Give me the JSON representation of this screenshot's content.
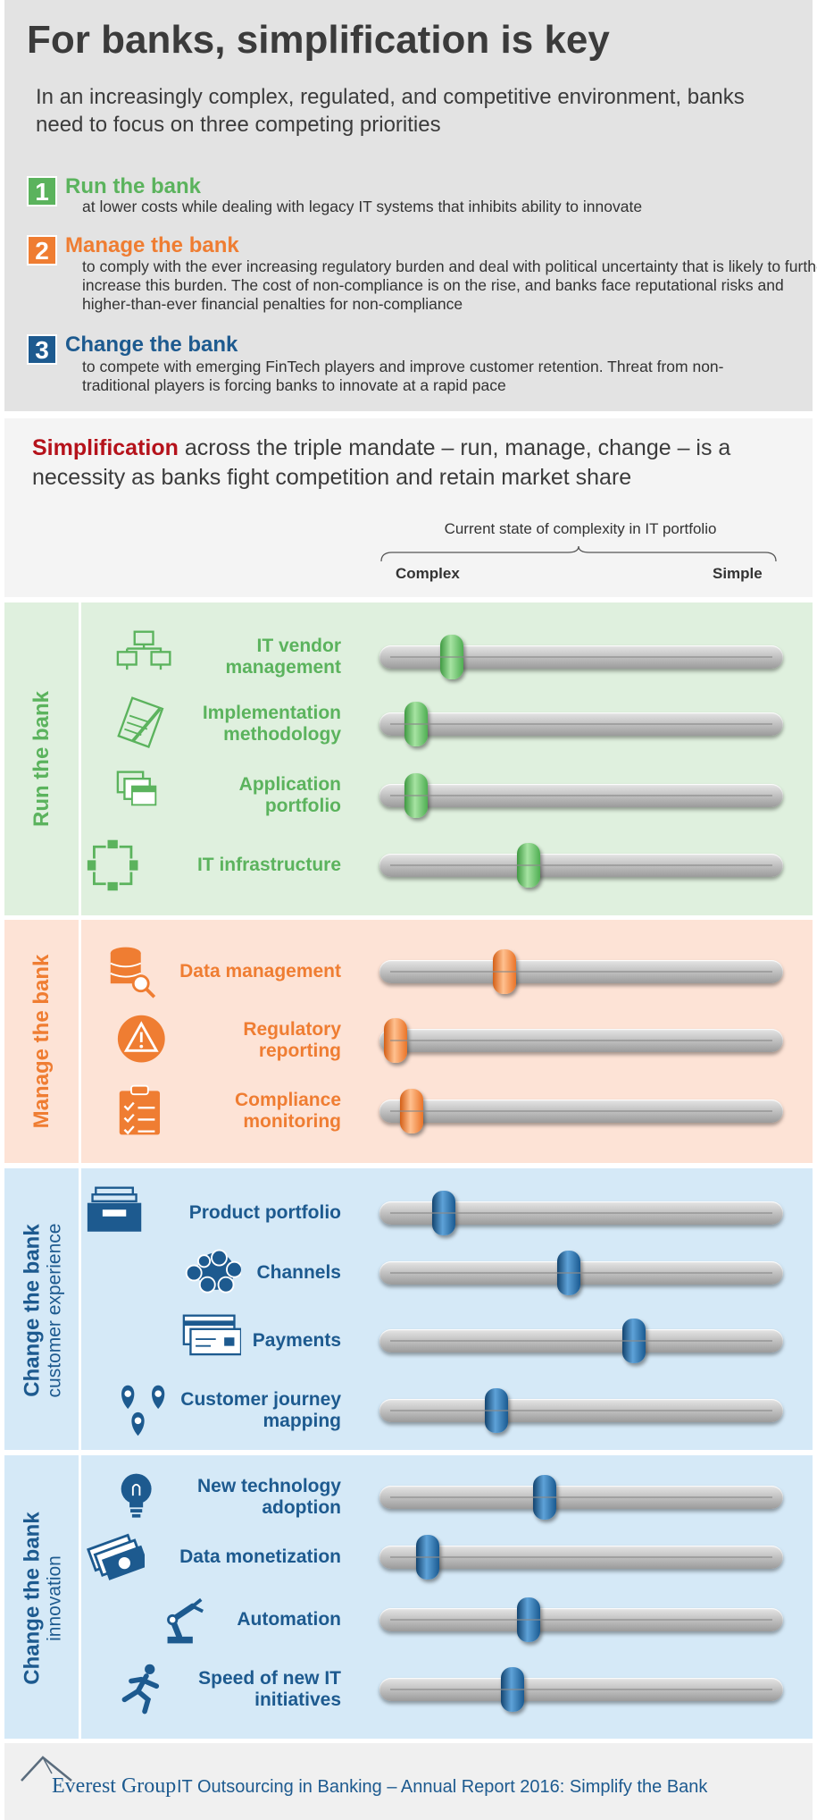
{
  "title": "For banks, simplification is key",
  "intro": "In an increasingly complex, regulated, and competitive environment, banks need to focus on three competing priorities",
  "priorities": [
    {
      "num": "1",
      "title": "Run the bank",
      "color": "#5bb35d",
      "desc": "at lower costs while dealing with legacy IT systems that inhibits ability to innovate"
    },
    {
      "num": "2",
      "title": "Manage the bank",
      "color": "#ef7d32",
      "desc": "to comply with the ever increasing regulatory burden and deal with political uncertainty that is likely to further increase this burden. The cost of non-compliance is on the rise, and banks face reputational risks and higher-than-ever financial penalties for non-compliance"
    },
    {
      "num": "3",
      "title": "Change the bank",
      "color": "#1d5a8f",
      "desc": "to compete with emerging FinTech players and improve customer retention. Threat from non-traditional players is forcing banks to innovate at a rapid pace"
    }
  ],
  "simplification": {
    "keyword": "Simplification",
    "rest": " across the triple mandate – run, manage, change – is a necessity as banks fight competition and retain market share"
  },
  "axis": {
    "caption": "Current state of complexity in IT portfolio",
    "left_label": "Complex",
    "right_label": "Simple"
  },
  "sections": [
    {
      "label": "Run the bank",
      "sublabel": "",
      "bg": "#dff0de",
      "color": "#5bb35d",
      "rows": [
        {
          "label": "IT vendor management",
          "icon": "network-computers-icon",
          "level": 0.18
        },
        {
          "label": "Implementation methodology",
          "icon": "notepad-pen-icon",
          "level": 0.09
        },
        {
          "label": "Application portfolio",
          "icon": "app-windows-icon",
          "level": 0.09
        },
        {
          "label": "IT infrastructure",
          "icon": "infrastructure-nodes-icon",
          "level": 0.37
        }
      ]
    },
    {
      "label": "Manage the bank",
      "sublabel": "",
      "bg": "#fde3d6",
      "color": "#ef7d32",
      "rows": [
        {
          "label": "Data management",
          "icon": "database-search-icon",
          "level": 0.31
        },
        {
          "label": "Regulatory reporting",
          "icon": "warning-triangle-icon",
          "level": 0.04
        },
        {
          "label": "Compliance monitoring",
          "icon": "clipboard-checklist-icon",
          "level": 0.08
        }
      ]
    },
    {
      "label": "Change the bank",
      "sublabel": "customer experience",
      "bg": "#d5e9f7",
      "color": "#1d5a8f",
      "rows": [
        {
          "label": "Product portfolio",
          "icon": "file-drawer-icon",
          "level": 0.16
        },
        {
          "label": "Channels",
          "icon": "channels-cluster-icon",
          "level": 0.47
        },
        {
          "label": "Payments",
          "icon": "payment-cards-icon",
          "level": 0.63
        },
        {
          "label": "Customer journey mapping",
          "icon": "map-pins-icon",
          "level": 0.29
        }
      ]
    },
    {
      "label": "Change the bank",
      "sublabel": "innovation",
      "bg": "#d5e9f7",
      "color": "#1d5a8f",
      "rows": [
        {
          "label": "New technology adoption",
          "icon": "lightbulb-icon",
          "level": 0.41
        },
        {
          "label": "Data monetization",
          "icon": "banknotes-icon",
          "level": 0.12
        },
        {
          "label": "Automation",
          "icon": "robot-arm-icon",
          "level": 0.37
        },
        {
          "label": "Speed of new IT initiatives",
          "icon": "running-person-icon",
          "level": 0.33
        }
      ]
    }
  ],
  "footer": {
    "brand": "Everest Group",
    "text": "IT Outsourcing in Banking – Annual Report 2016: Simplify the Bank"
  }
}
